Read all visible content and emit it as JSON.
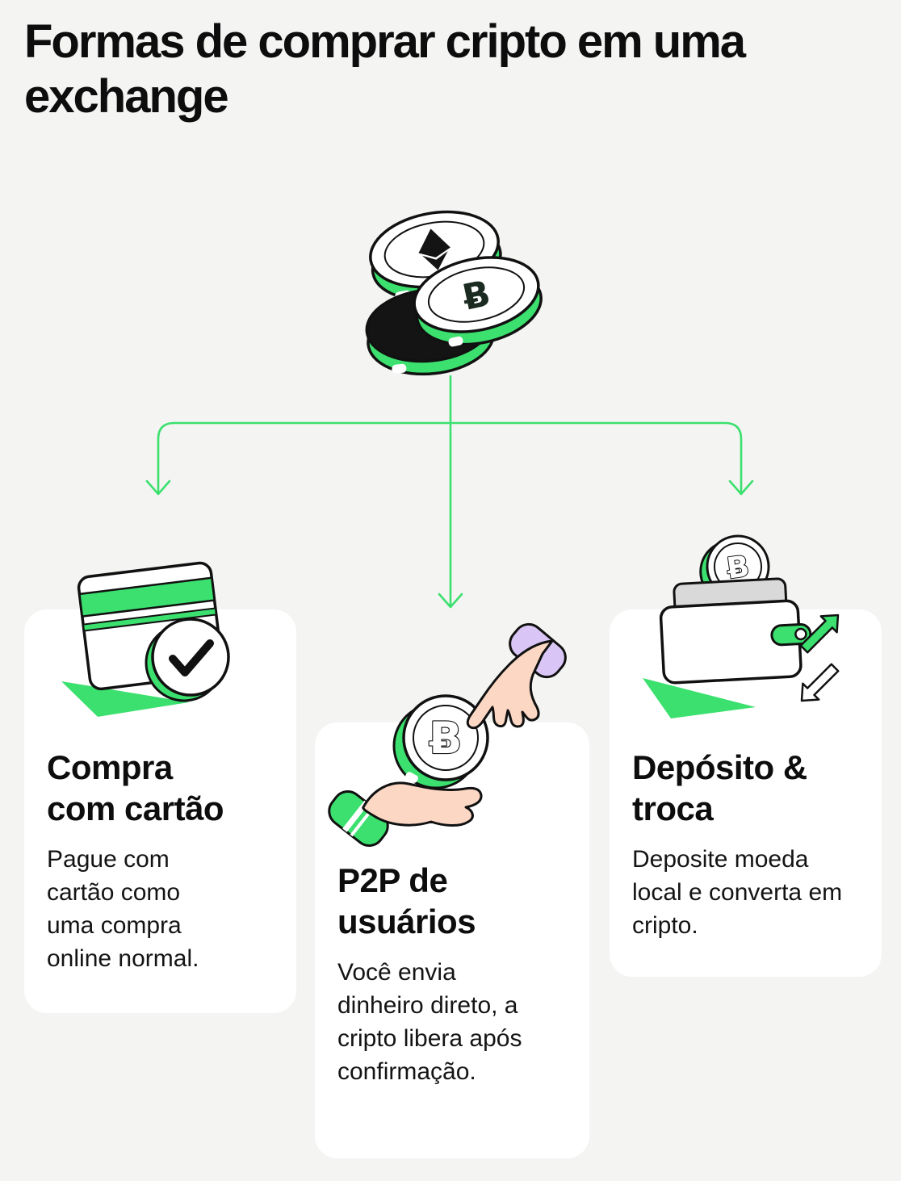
{
  "title": "Formas de comprar cripto em uma exchange",
  "colors": {
    "background": "#F4F4F3",
    "card_surface": "#FFFFFF",
    "accent_green": "#3BE06E",
    "text": "#101010",
    "skin": "#FBD7C4",
    "wristband_purple": "#D9C6F6",
    "coin_black": "#141414"
  },
  "glyphs": {
    "btc": "Ƀ"
  },
  "icons": {
    "coins_stack": "crypto-coins-stack-icon",
    "credit_card": "credit-card-check-icon",
    "p2p_hands": "hands-exchanging-coin-icon",
    "wallet": "wallet-exchange-icon"
  },
  "cards": [
    {
      "title": "Compra com cartão",
      "body": "Pague com cartão como uma compra online normal."
    },
    {
      "title": "P2P de usuários",
      "body": "Você envia dinheiro direto, a cripto libera após confirmação."
    },
    {
      "title": "Depósito & troca",
      "body": "Deposite moeda local e converta em cripto."
    }
  ]
}
